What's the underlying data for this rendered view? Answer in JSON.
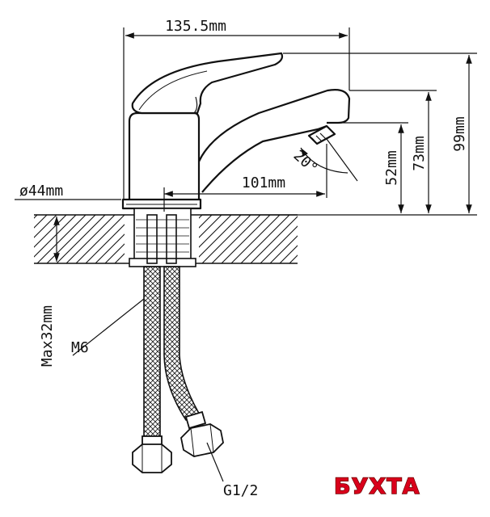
{
  "dimensions": {
    "width_total": "135.5mm",
    "spout_reach": "101mm",
    "base_diameter": "ø44mm",
    "height_spout_outlet": "52mm",
    "height_spout_top": "73mm",
    "height_total": "99mm",
    "max_counter_thickness": "Max32mm",
    "aerator_angle": "20°"
  },
  "labels": {
    "stud_thread": "M6",
    "hose_thread": "G1/2"
  },
  "watermark": "БУХТА",
  "colors": {
    "line": "#111111",
    "watermark": "#d9001b"
  }
}
